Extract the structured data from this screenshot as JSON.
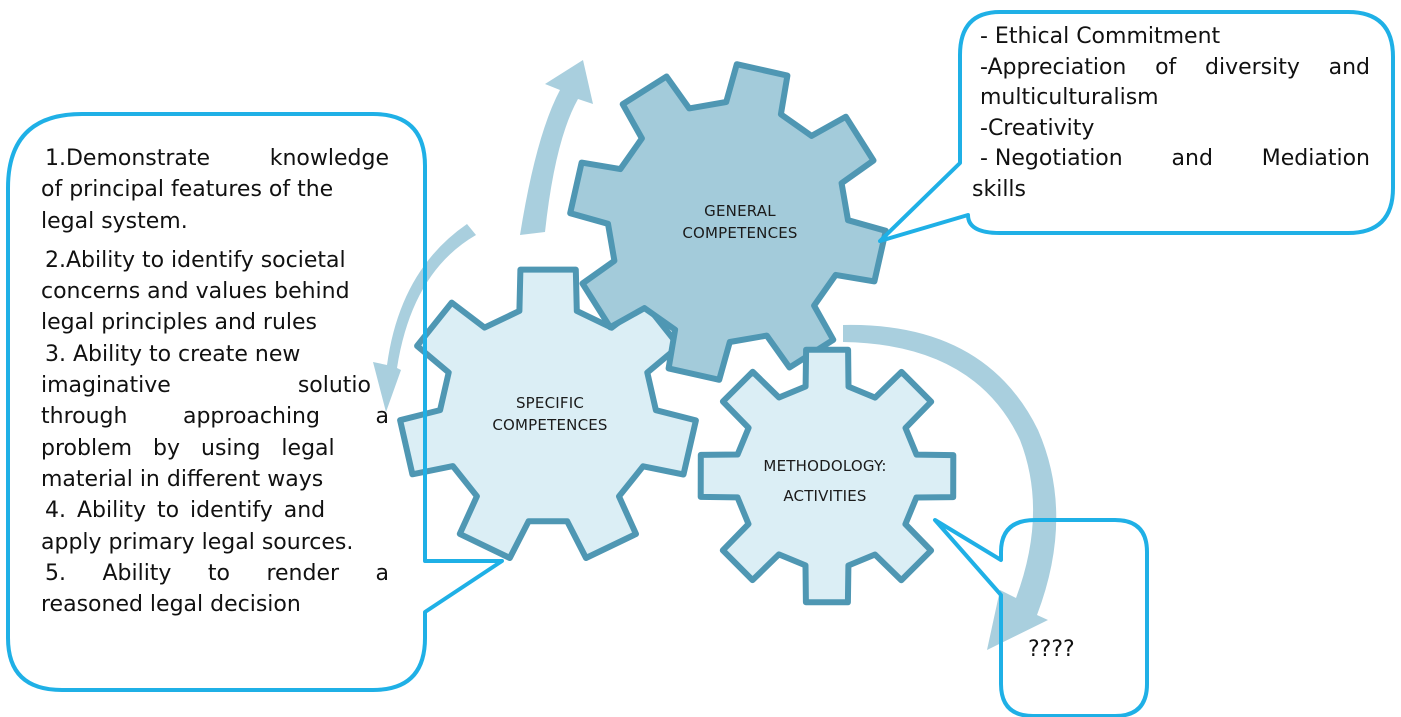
{
  "gears": {
    "general": {
      "line1": "GENERAL",
      "line2": "COMPETENCES"
    },
    "specific": {
      "line1": "SPECIFIC",
      "line2": "COMPETENCES"
    },
    "methodology": {
      "line1": "METHODOLOGY:",
      "line2": "ACTIVITIES"
    }
  },
  "specific_callout": {
    "item1_a": "1.Demonstrate",
    "item1_b": "knowledge",
    "item1_line2": "of principal features of the",
    "item1_line3": "legal system.",
    "item2_line1": "2.Ability to identify societal",
    "item2_line2": "concerns and values behind",
    "item2_line3": "legal principles and rules",
    "item3_line1": "3. Ability to create new",
    "item3_l2a": "imaginative",
    "item3_l2b": "solutio",
    "item3_l3a": "through",
    "item3_l3b": "approaching",
    "item3_l3c": "a",
    "item3_line4": "problem by using legal",
    "item3_line5": "material in different ways",
    "item4_line1": "4. Ability to identify and",
    "item4_line2": "apply primary legal sources.",
    "item5_a": "5.",
    "item5_b": "Ability",
    "item5_c": "to",
    "item5_d": "render",
    "item5_e": "a",
    "item5_line2": "reasoned legal decision"
  },
  "general_callout": {
    "line1": "- Ethical Commitment",
    "line2_a": "-Appreciation",
    "line2_b": "of",
    "line2_c": "diversity",
    "line2_d": "and",
    "line3": "multiculturalism",
    "line4": "-Creativity",
    "line5_a": "- Negotiation",
    "line5_b": "and",
    "line5_c": "Mediation",
    "line6": "skills"
  },
  "methodology_callout": {
    "text": "????"
  },
  "colors": {
    "gear_general_fill": "#a3cbda",
    "gear_specific_fill": "#dbeef5",
    "gear_methodology_fill": "#dbeef5",
    "gear_stroke": "#4f97b3",
    "callout_border": "#1fb0e6",
    "arrow_fill": "#a9cfde"
  }
}
